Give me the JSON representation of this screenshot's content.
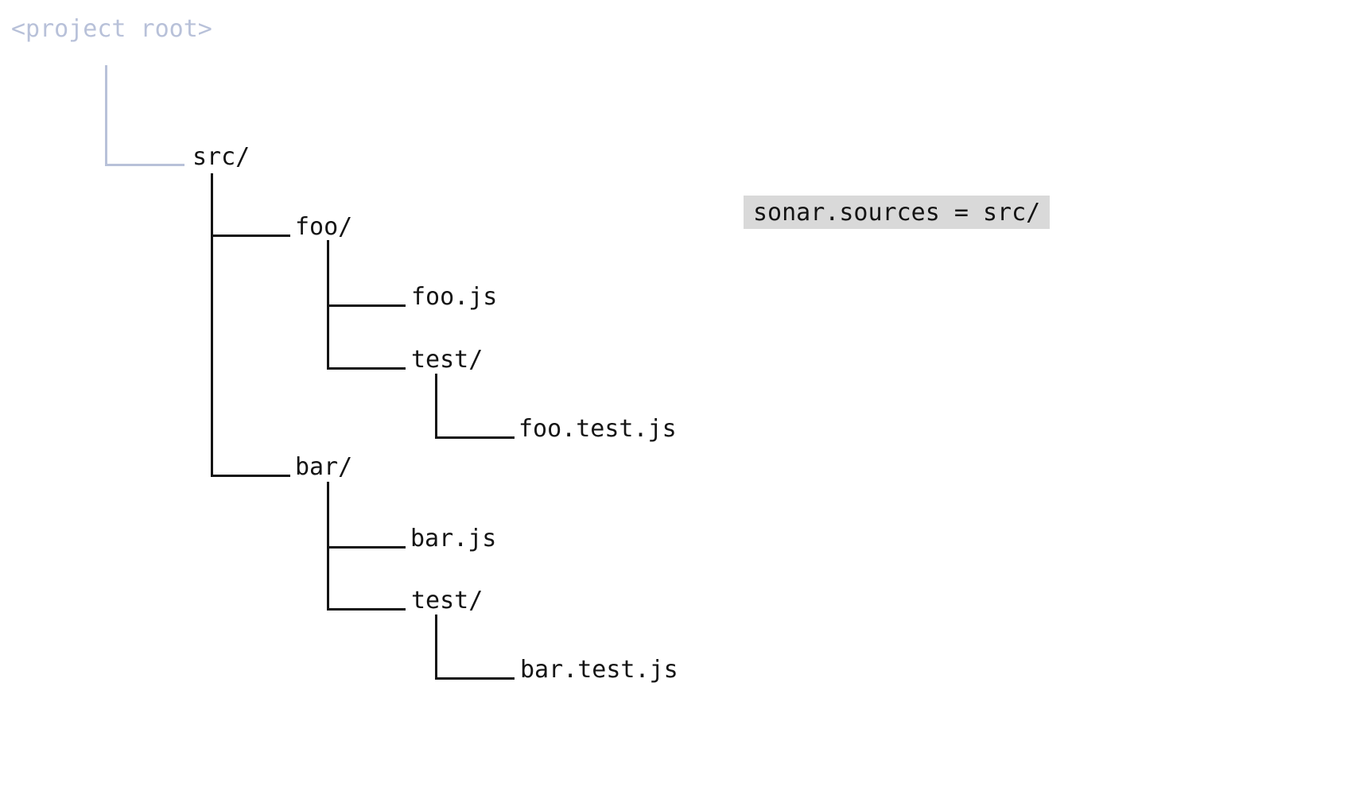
{
  "diagram": {
    "kind": "file-tree",
    "tree": {
      "root": {
        "label": "<project root>"
      },
      "src": {
        "label": "src/",
        "foo": {
          "label": "foo/",
          "foo_js": {
            "label": "foo.js"
          },
          "test": {
            "label": "test/",
            "foo_test_js": {
              "label": "foo.test.js"
            }
          }
        },
        "bar": {
          "label": "bar/",
          "bar_js": {
            "label": "bar.js"
          },
          "test": {
            "label": "test/",
            "bar_test_js": {
              "label": "bar.test.js"
            }
          }
        }
      }
    },
    "annotation": {
      "text": "sonar.sources = src/"
    },
    "colors": {
      "line": "#141414",
      "text": "#141414",
      "muted": "#b8c1d9",
      "annotation_bg": "#d9d9d9",
      "background": "#ffffff"
    }
  }
}
